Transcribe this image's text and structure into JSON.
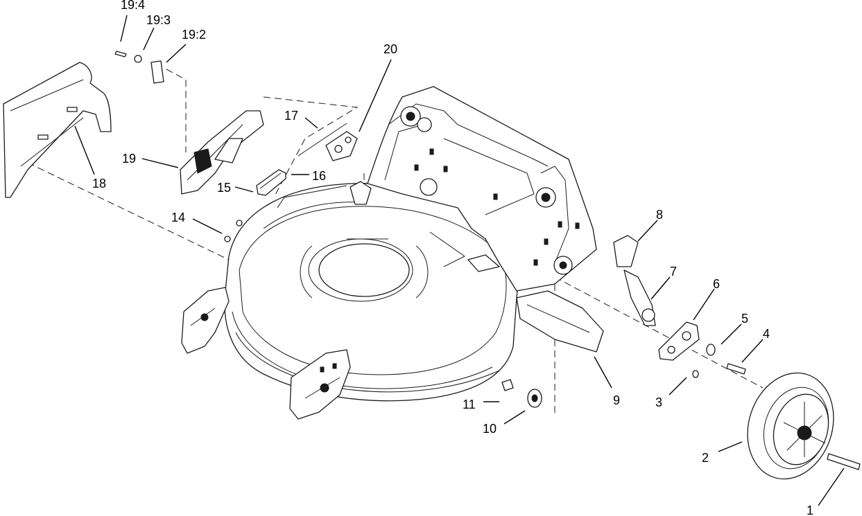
{
  "callouts": [
    {
      "id": "1",
      "text": "1"
    },
    {
      "id": "2",
      "text": "2"
    },
    {
      "id": "3",
      "text": "3"
    },
    {
      "id": "4",
      "text": "4"
    },
    {
      "id": "5",
      "text": "5"
    },
    {
      "id": "6",
      "text": "6"
    },
    {
      "id": "7",
      "text": "7"
    },
    {
      "id": "8",
      "text": "8"
    },
    {
      "id": "9",
      "text": "9"
    },
    {
      "id": "10",
      "text": "10"
    },
    {
      "id": "11",
      "text": "11"
    },
    {
      "id": "14",
      "text": "14"
    },
    {
      "id": "15",
      "text": "15"
    },
    {
      "id": "16",
      "text": "16"
    },
    {
      "id": "17",
      "text": "17"
    },
    {
      "id": "18",
      "text": "18"
    },
    {
      "id": "19",
      "text": "19"
    },
    {
      "id": "19_2",
      "text": "19:2"
    },
    {
      "id": "19_3",
      "text": "19:3"
    },
    {
      "id": "19_4",
      "text": "19:4"
    },
    {
      "id": "20",
      "text": "20"
    }
  ]
}
